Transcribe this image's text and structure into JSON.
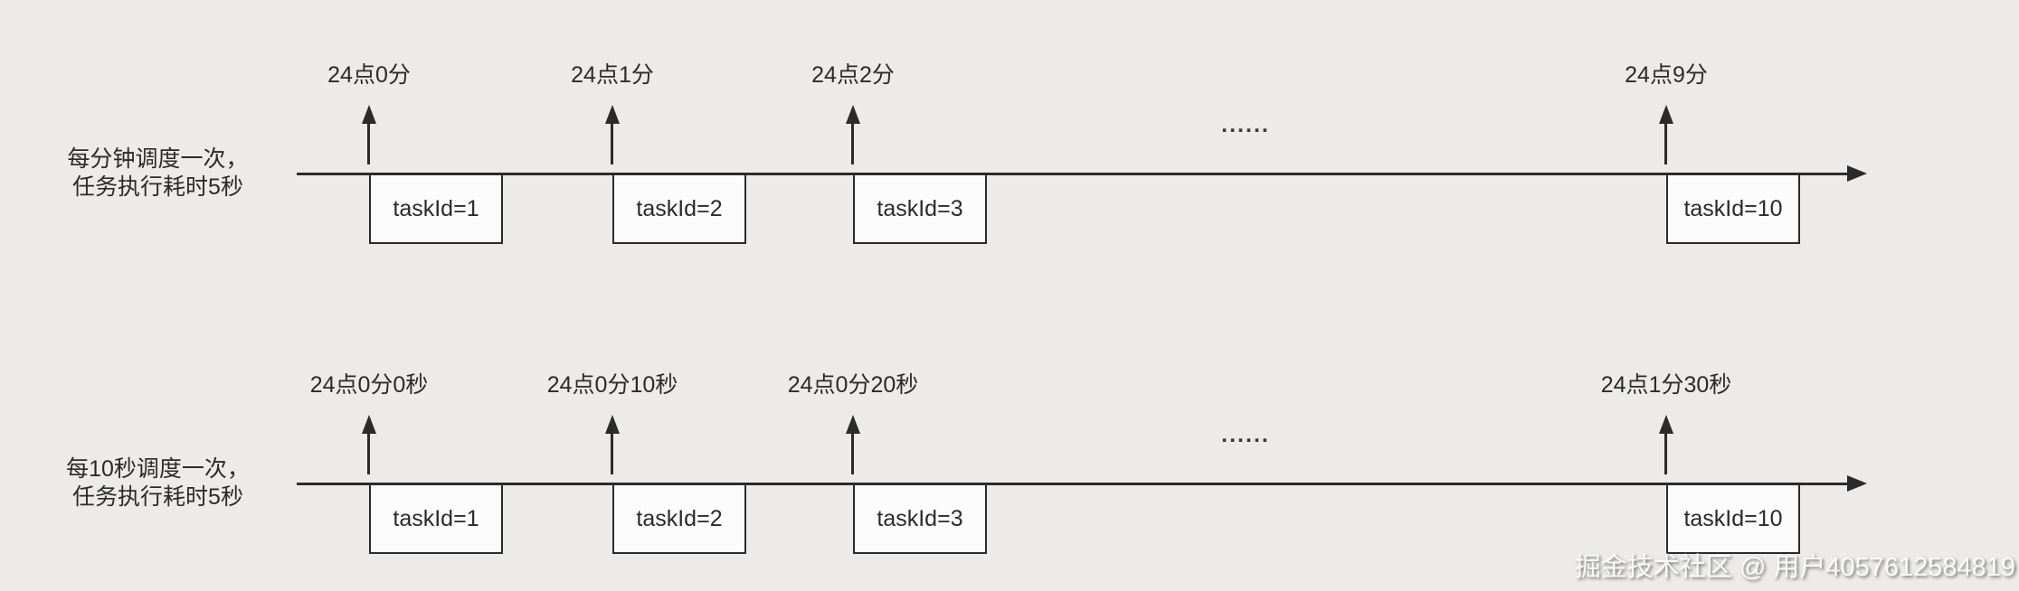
{
  "colors": {
    "background": "#ECEBE9",
    "ink": "#2B2B2B",
    "box_fill": "#FCFCFC"
  },
  "rows": [
    {
      "label_line1": "每分钟调度一次，",
      "label_line2": "任务执行耗时5秒",
      "dots": "......",
      "groups": [
        {
          "time": "24点0分",
          "task": "taskId=1"
        },
        {
          "time": "24点1分",
          "task": "taskId=2"
        },
        {
          "time": "24点2分",
          "task": "taskId=3"
        },
        {
          "time": "24点9分",
          "task": "taskId=10"
        }
      ]
    },
    {
      "label_line1": "每10秒调度一次，",
      "label_line2": "任务执行耗时5秒",
      "dots": "......",
      "groups": [
        {
          "time": "24点0分0秒",
          "task": "taskId=1"
        },
        {
          "time": "24点0分10秒",
          "task": "taskId=2"
        },
        {
          "time": "24点0分20秒",
          "task": "taskId=3"
        },
        {
          "time": "24点1分30秒",
          "task": "taskId=10"
        }
      ]
    }
  ],
  "watermark": "掘金技术社区 @ 用户4057612584819"
}
